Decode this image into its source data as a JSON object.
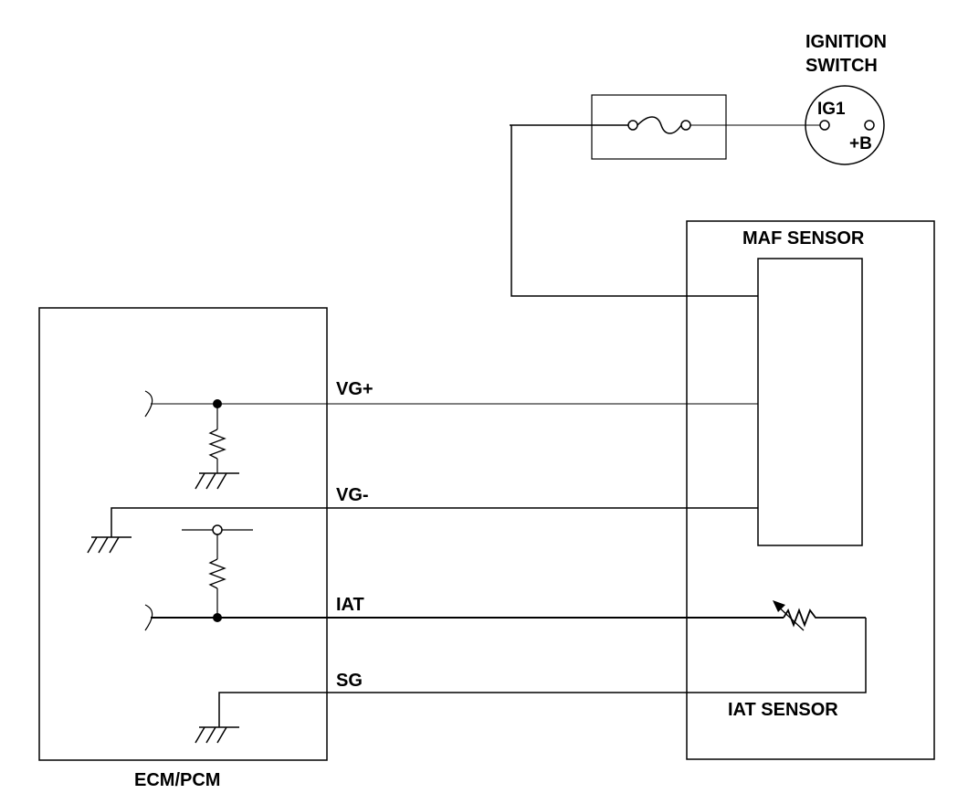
{
  "labels": {
    "ignition_switch_line1": "IGNITION",
    "ignition_switch_line2": "SWITCH",
    "ig1": "IG1",
    "plus_b": "+B",
    "maf_sensor": "MAF SENSOR",
    "iat_sensor": "IAT SENSOR",
    "ecm_pcm": "ECM/PCM",
    "vg_plus": "VG+",
    "vg_minus": "VG-",
    "iat": "IAT",
    "sg": "SG"
  },
  "icons": [
    "fuse-icon",
    "ground-icon",
    "resistor-icon",
    "thermistor-icon",
    "switch-terminal-icon"
  ],
  "colors": {
    "line": "#000000",
    "background": "#ffffff"
  }
}
